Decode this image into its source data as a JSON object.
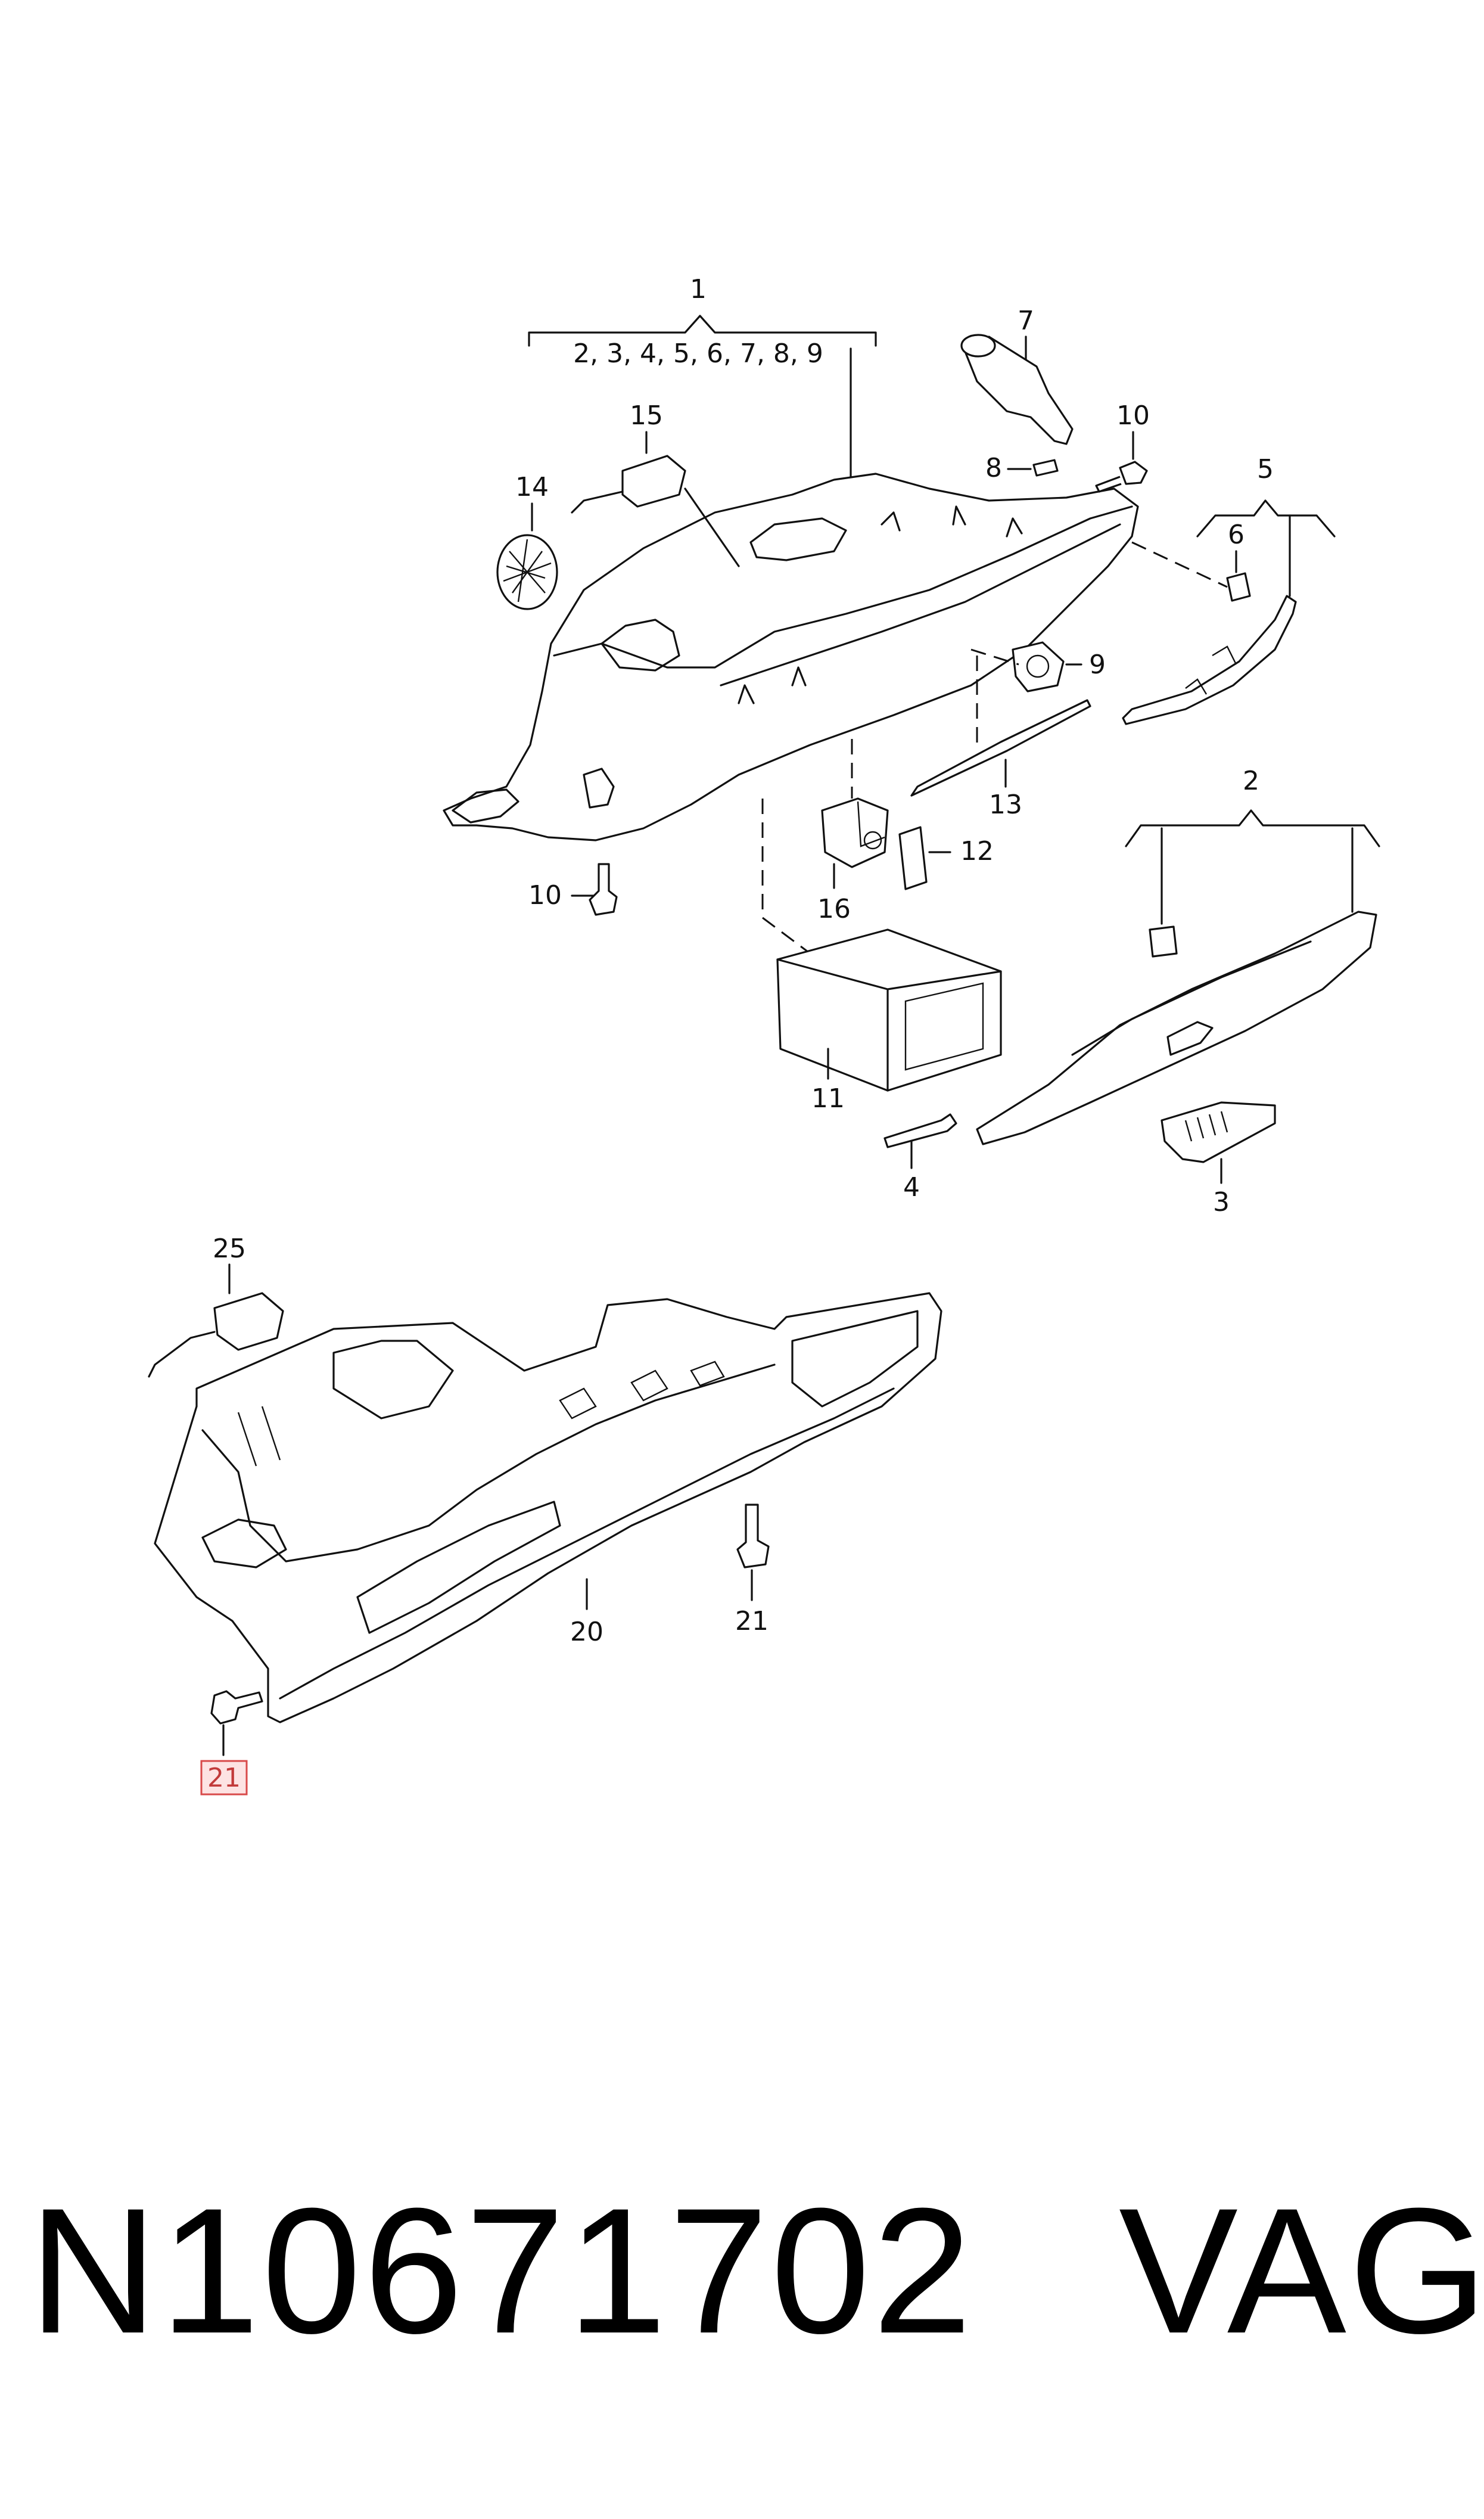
{
  "callouts": {
    "c1": "1",
    "c1_sub": "2, 3, 4, 5, 6, 7, 8, 9",
    "c2": "2",
    "c3": "3",
    "c4": "4",
    "c5": "5",
    "c6": "6",
    "c7": "7",
    "c8": "8",
    "c9": "9",
    "c10a": "10",
    "c10b": "10",
    "c11": "11",
    "c12": "12",
    "c13": "13",
    "c14": "14",
    "c15": "15",
    "c16": "16",
    "c20": "20",
    "c21a": "21",
    "c21b": "21",
    "c25": "25"
  },
  "highlighted_callout": "21",
  "colors": {
    "line": "#111111",
    "highlight_fill": "#fde3e3",
    "highlight_stroke": "#d84a4a"
  },
  "footer": {
    "part_number": "N10671702",
    "brand": "VAG"
  }
}
